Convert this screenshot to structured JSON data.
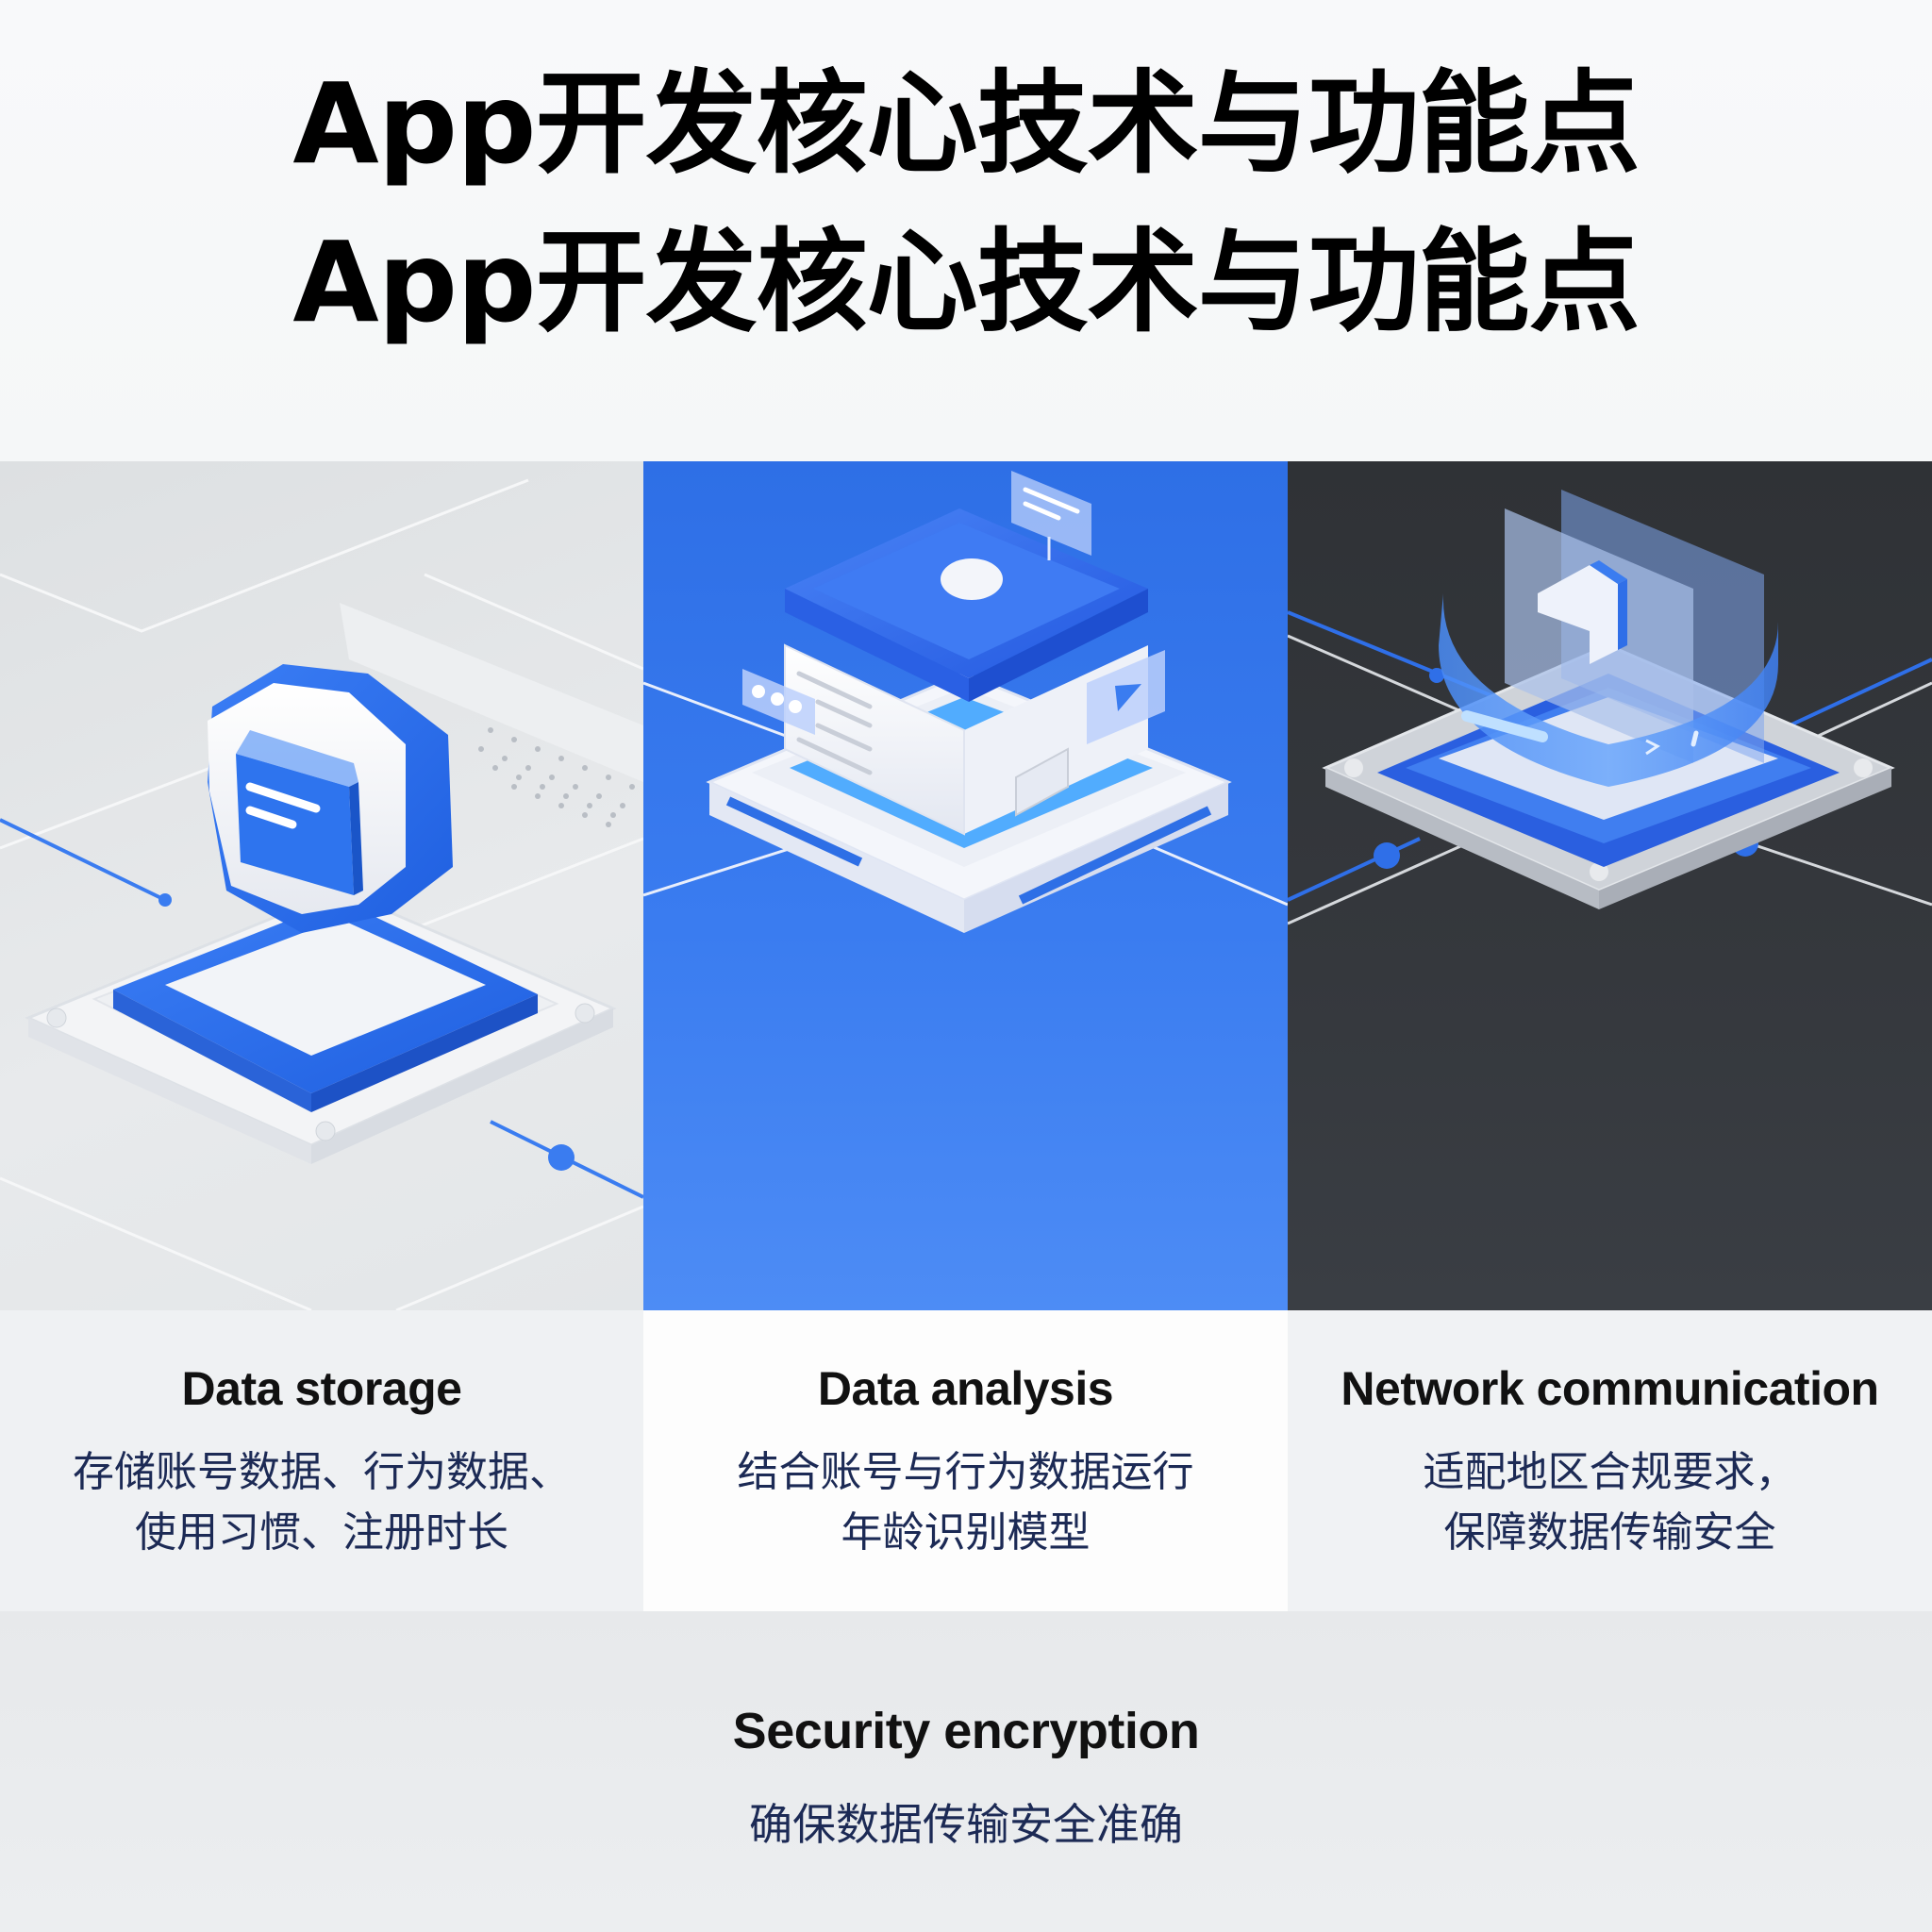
{
  "header": {
    "title_line_1": "App开发核心技术与功能点",
    "title_line_2": "App开发核心技术与功能点"
  },
  "colors": {
    "accent_blue": "#2f6fe8",
    "panel_storage_bg": "#e3e6e8",
    "panel_analysis_bg": "#3a7cf0",
    "panel_network_bg": "#33363b",
    "caption_text": "#1c2a55",
    "title_text": "#000000"
  },
  "features": [
    {
      "title": "Data storage",
      "description_lines": [
        "存储账号数据、行为数据、",
        "使用习惯、注册时长"
      ],
      "illustration": "shield-document-icon"
    },
    {
      "title": "Data analysis",
      "description_lines": [
        "结合账号与行为数据运行",
        "年龄识别模型"
      ],
      "illustration": "server-cube-icon"
    },
    {
      "title": "Network communication",
      "description_lines": [
        "适配地区合规要求，",
        "保障数据传输安全"
      ],
      "illustration": "network-ring-icon"
    }
  ],
  "bottom_feature": {
    "title": "Security encryption",
    "description": "确保数据传输安全准确"
  }
}
